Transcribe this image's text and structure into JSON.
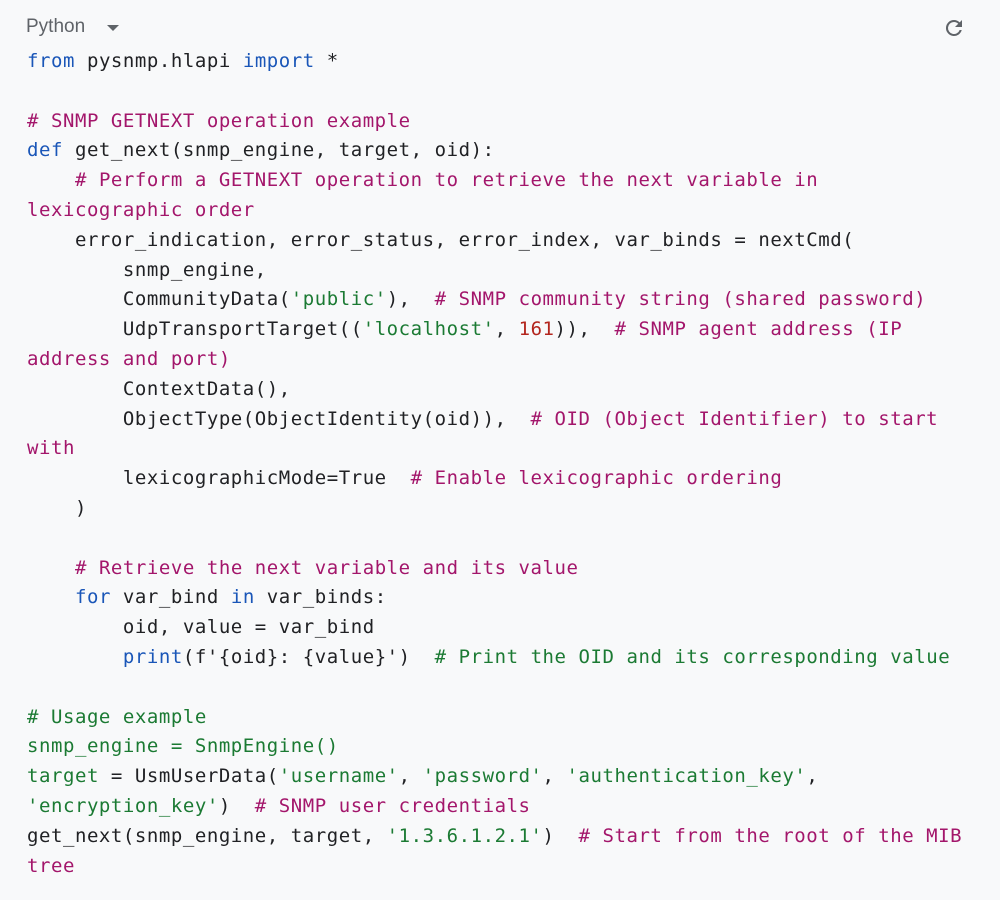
{
  "header": {
    "language_label": "Python",
    "dropdown_icon": "caret-down-icon",
    "refresh_icon": "refresh-icon"
  },
  "colors": {
    "keyword": "#1a56b8",
    "comment": "#a3166b",
    "string": "#1b7a33",
    "number": "#b3261e",
    "text": "#202124",
    "background": "#f8f9fa"
  },
  "code_lines": [
    [
      [
        "kw",
        "from"
      ],
      [
        "t",
        " pysnmp.hlapi "
      ],
      [
        "kw",
        "import"
      ],
      [
        "t",
        " *"
      ]
    ],
    [],
    [
      [
        "cm",
        "# SNMP GETNEXT operation example"
      ]
    ],
    [
      [
        "kw",
        "def"
      ],
      [
        "t",
        " get_next(snmp_engine, target, oid):"
      ]
    ],
    [
      [
        "t",
        "    "
      ],
      [
        "cm",
        "# Perform a GETNEXT operation to retrieve the next variable in"
      ]
    ],
    [
      [
        "cm",
        "lexicographic order"
      ]
    ],
    [
      [
        "t",
        "    error_indication, error_status, error_index, var_binds = nextCmd("
      ]
    ],
    [
      [
        "t",
        "        snmp_engine,"
      ]
    ],
    [
      [
        "t",
        "        CommunityData("
      ],
      [
        "str",
        "'public'"
      ],
      [
        "t",
        "),  "
      ],
      [
        "cm",
        "# SNMP community string (shared password)"
      ]
    ],
    [
      [
        "t",
        "        UdpTransportTarget(("
      ],
      [
        "str",
        "'localhost'"
      ],
      [
        "t",
        ", "
      ],
      [
        "num",
        "161"
      ],
      [
        "t",
        ")),  "
      ],
      [
        "cm",
        "# SNMP agent address (IP"
      ]
    ],
    [
      [
        "cm",
        "address and port)"
      ]
    ],
    [
      [
        "t",
        "        ContextData(),"
      ]
    ],
    [
      [
        "t",
        "        ObjectType(ObjectIdentity(oid)),  "
      ],
      [
        "cm",
        "# OID (Object Identifier) to start"
      ]
    ],
    [
      [
        "cm",
        "with"
      ]
    ],
    [
      [
        "t",
        "        lexicographicMode=True  "
      ],
      [
        "cm",
        "# Enable lexicographic ordering"
      ]
    ],
    [
      [
        "t",
        "    )"
      ]
    ],
    [],
    [
      [
        "t",
        "    "
      ],
      [
        "cm",
        "# Retrieve the next variable and its value"
      ]
    ],
    [
      [
        "t",
        "    "
      ],
      [
        "kw",
        "for"
      ],
      [
        "t",
        " var_bind "
      ],
      [
        "kw",
        "in"
      ],
      [
        "t",
        " var_binds:"
      ]
    ],
    [
      [
        "t",
        "        oid, value = var_bind"
      ]
    ],
    [
      [
        "t",
        "        "
      ],
      [
        "kw",
        "print"
      ],
      [
        "t",
        "(f'{oid}: {value}')  "
      ],
      [
        "gc",
        "# Print the OID and its corresponding value"
      ]
    ],
    [],
    [
      [
        "gc",
        "# Usage example"
      ]
    ],
    [
      [
        "gc",
        "snmp_engine = SnmpEngine()"
      ]
    ],
    [
      [
        "gc",
        "target"
      ],
      [
        "t",
        " = UsmUserData("
      ],
      [
        "str",
        "'username'"
      ],
      [
        "t",
        ", "
      ],
      [
        "str",
        "'password'"
      ],
      [
        "t",
        ", "
      ],
      [
        "str",
        "'authentication_key'"
      ],
      [
        "t",
        ","
      ]
    ],
    [
      [
        "str",
        "'encryption_key'"
      ],
      [
        "t",
        ")  "
      ],
      [
        "cm",
        "# SNMP user credentials"
      ]
    ],
    [
      [
        "t",
        "get_next(snmp_engine, target, "
      ],
      [
        "str",
        "'1.3.6.1.2.1'"
      ],
      [
        "t",
        ")  "
      ],
      [
        "cm",
        "# Start from the root of the MIB"
      ]
    ],
    [
      [
        "cm",
        "tree"
      ]
    ]
  ]
}
